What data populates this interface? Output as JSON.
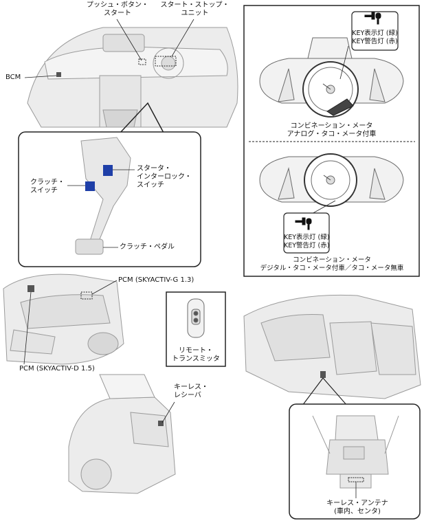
{
  "labels": {
    "push_button_start": [
      "プッシュ・ボタン・",
      "スタート"
    ],
    "start_stop_unit": [
      "スタート・ストップ・",
      "ユニット"
    ],
    "bcm": "BCM",
    "starter_interlock_switch": [
      "スタータ・",
      "インターロック・",
      "スイッチ"
    ],
    "clutch_switch": [
      "クラッチ・",
      "スイッチ"
    ],
    "clutch_pedal": "クラッチ・ペダル",
    "pcm_g": "PCM  (SKYACTIV-G 1.3)",
    "pcm_d": "PCM (SKYACTIV-D 1.5)",
    "remote_transmitter": [
      "リモート・",
      "トランスミッタ"
    ],
    "keyless_receiver": [
      "キーレス・",
      "レシーバ"
    ],
    "keyless_antenna": [
      "キーレス・アンテナ",
      "(車内、センタ)"
    ]
  },
  "meters": {
    "key_green": "KEY表示灯 (緑)",
    "key_red": "KEY警告灯 (赤)",
    "analog_caption": [
      "コンビネーション・メータ",
      "アナログ・タコ・メータ付車"
    ],
    "digital_caption": [
      "コンビネーション・メータ",
      "デジタル・タコ・メータ付車／タコ・メータ無車"
    ]
  },
  "colors": {
    "highlight": "#1f3fa8",
    "line": "#222222",
    "drawing": "#8a8a8a",
    "fill": "#ececec"
  }
}
